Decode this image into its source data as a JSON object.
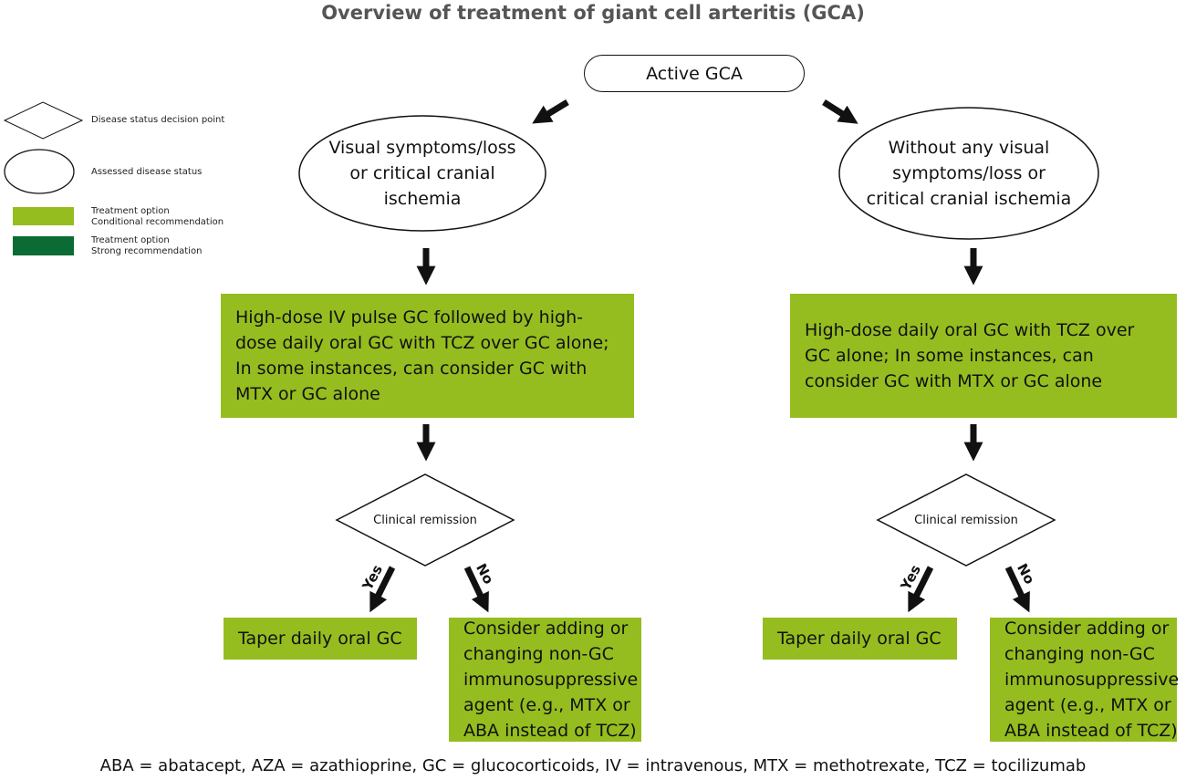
{
  "title": "Overview of treatment of giant cell arteritis (GCA)",
  "colors": {
    "conditional": "#95bd1f",
    "strong": "#0b6b35"
  },
  "legend": {
    "decision": "Disease status decision point",
    "assessed": "Assessed disease status",
    "conditional_1": "Treatment option",
    "conditional_2": "Conditional recommendation",
    "strong_1": "Treatment option",
    "strong_2": "Strong recommendation"
  },
  "start": "Active GCA",
  "left": {
    "status": "Visual symptoms/loss or critical cranial ischemia",
    "treatment": "High-dose IV pulse GC followed by high-dose daily oral GC with TCZ over GC alone; In some instances, can consider GC with MTX or GC alone",
    "decision": "Clinical remission",
    "yes": "Yes",
    "no": "No",
    "yes_action": "Taper daily oral GC",
    "no_action": "Consider adding or changing non-GC immunosuppressive agent (e.g., MTX or ABA instead of TCZ)"
  },
  "right": {
    "status": "Without any visual symptoms/loss or critical cranial ischemia",
    "treatment": "High-dose daily oral GC with TCZ over GC alone; In some instances, can consider GC with MTX or GC alone",
    "decision": "Clinical remission",
    "yes": "Yes",
    "no": "No",
    "yes_action": "Taper daily oral GC",
    "no_action": "Consider adding or changing non-GC immunosuppressive agent (e.g., MTX or ABA instead of TCZ)"
  },
  "footer": "ABA = abatacept, AZA = azathioprine, GC = glucocorticoids, IV = intravenous, MTX = methotrexate, TCZ = tocilizumab"
}
